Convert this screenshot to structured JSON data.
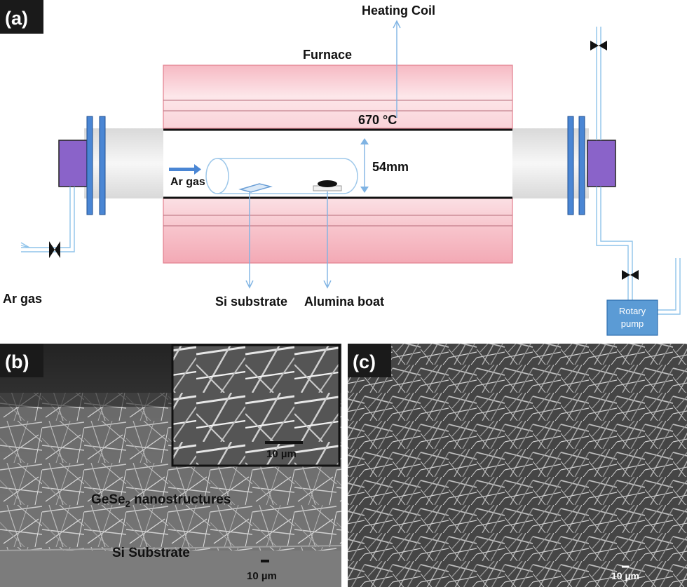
{
  "panels": {
    "a": {
      "tag": "(a)"
    },
    "b": {
      "tag": "(b)"
    },
    "c": {
      "tag": "(c)"
    }
  },
  "diagram": {
    "heating_coil": "Heating Coil",
    "furnace": "Furnace",
    "temperature": "670 °C",
    "tube_diameter": "54mm",
    "inner_ar_gas": "Ar gas",
    "outer_ar_gas": "Ar gas",
    "si_substrate": "Si substrate",
    "alumina_boat": "Alumina boat",
    "rotary_pump_line1": "Rotary",
    "rotary_pump_line2": "pump"
  },
  "micrograph_b": {
    "label_main": "GeSe",
    "label_sub": "2",
    "label_rest": " nanostructures",
    "substrate": "Si Substrate",
    "scale_main": "10 µm",
    "scale_inset": "10 µm"
  },
  "micrograph_c": {
    "scale": "10 µm"
  },
  "colors": {
    "furnace_pink": "#f7c6cd",
    "quartz_tube": "#ececec",
    "flange_blue": "#4a86d4",
    "end_cap_purple": "#8a63c9",
    "gas_line_blue": "#8fc3ea",
    "pump_blue": "#5b9bd5"
  }
}
